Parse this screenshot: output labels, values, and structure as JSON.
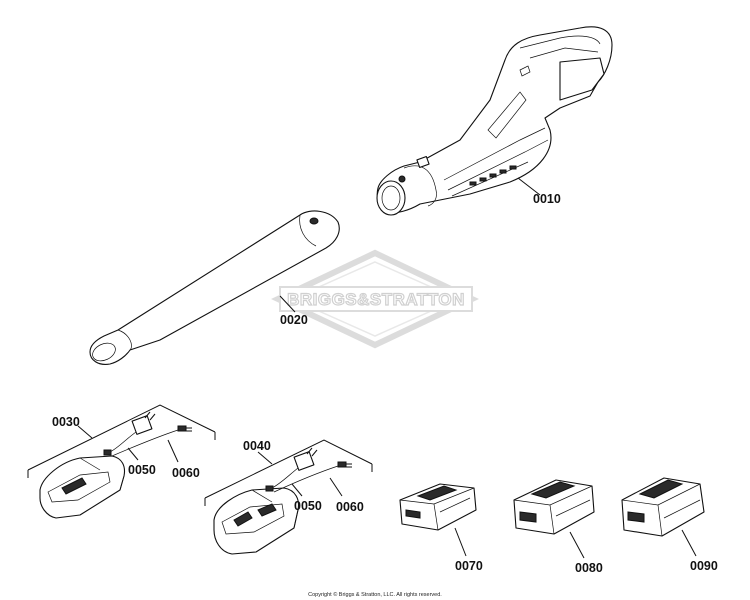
{
  "watermark": "BRIGGS&STRATTON",
  "copyright": "Copyright © Briggs & Stratton, LLC. All rights reserved.",
  "callouts": {
    "p0010": "0010",
    "p0020": "0020",
    "p0030": "0030",
    "p0040": "0040",
    "p0050a": "0050",
    "p0060a": "0060",
    "p0050b": "0050",
    "p0060b": "0060",
    "p0070": "0070",
    "p0080": "0080",
    "p0090": "0090"
  },
  "colors": {
    "line": "#111111",
    "watermark": "#d0d0d0",
    "background": "#ffffff"
  }
}
